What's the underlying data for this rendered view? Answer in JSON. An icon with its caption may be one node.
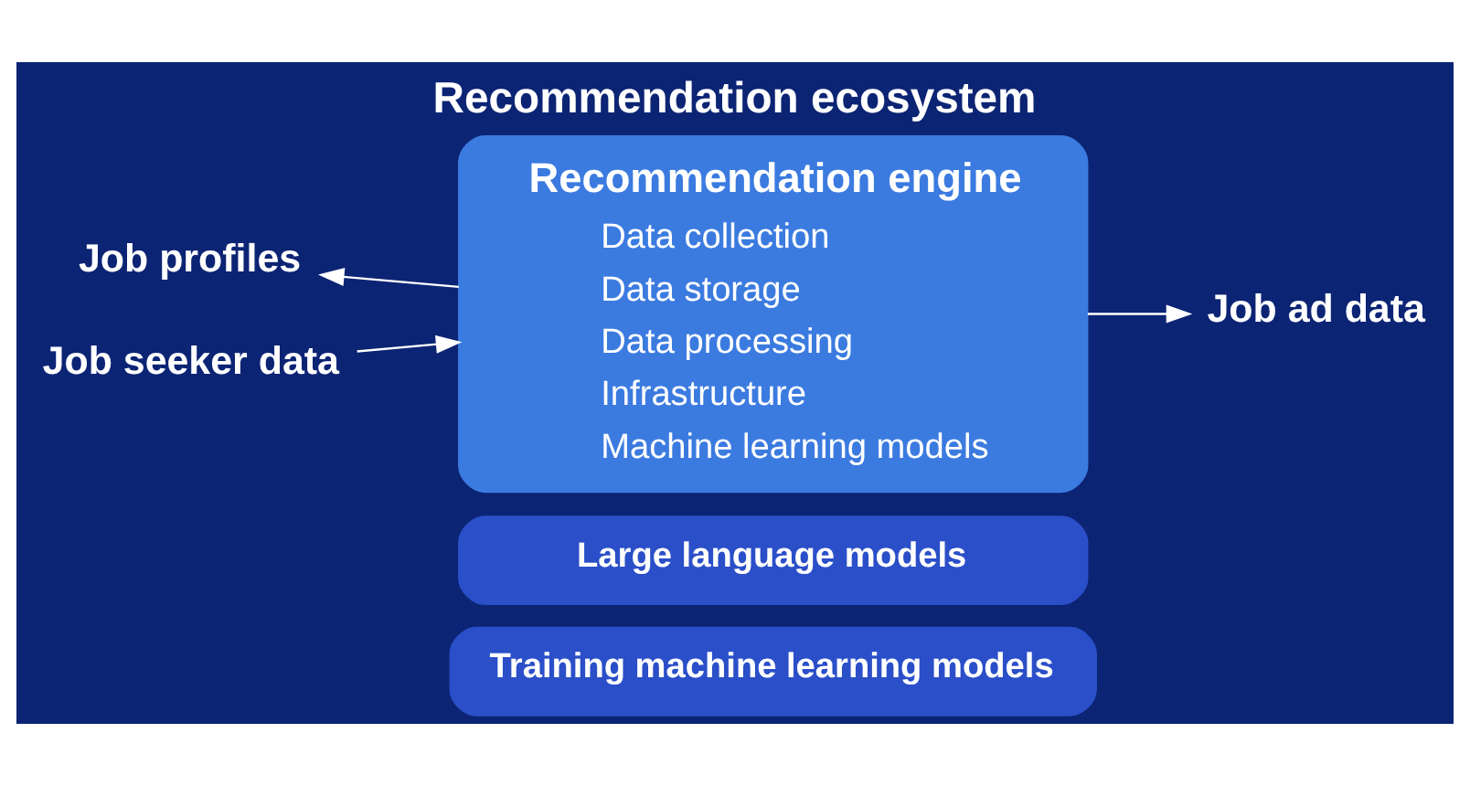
{
  "diagram": {
    "title": "Recommendation ecosystem",
    "nodes": [
      {
        "text": [
          "Recommendation engine",
          "Data collection",
          "Data storage",
          "Data processing",
          "Infrastructure",
          "Machine learning models"
        ]
      },
      {
        "text": [
          "Large language models"
        ]
      },
      {
        "text": [
          "Training machine learning models"
        ]
      },
      {
        "text": [
          "Job profiles"
        ]
      },
      {
        "text": [
          "Job seeker data"
        ]
      },
      {
        "text": [
          "Job ad data"
        ]
      }
    ],
    "edges": [
      {
        "from": 0,
        "to": 3,
        "arrow": "to"
      },
      {
        "from": 4,
        "to": 0,
        "arrow": "to"
      },
      {
        "from": 0,
        "to": 5,
        "arrow": "to"
      }
    ]
  }
}
